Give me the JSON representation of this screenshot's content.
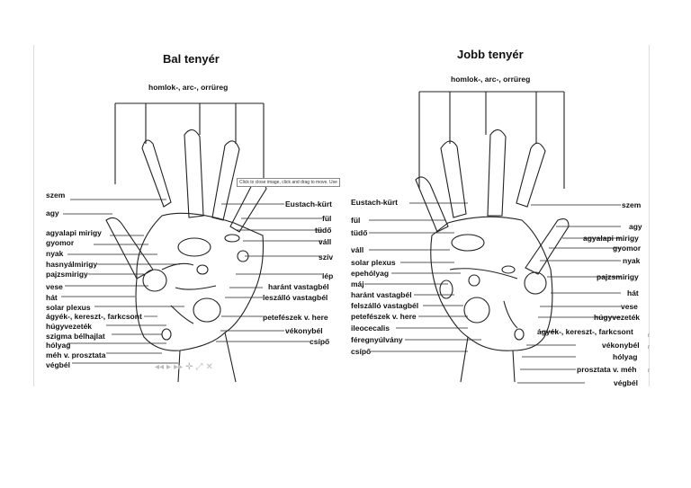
{
  "left": {
    "title": "Bal tenyér",
    "header": "homlok-, arc-, orrüreg",
    "labels_left": [
      "szem",
      "agy",
      "agyalapi mirigy",
      "gyomor",
      "nyak",
      "hasnyálmirigy",
      "pajzsmirigy",
      "vese",
      "hát",
      "solar plexus",
      "ágyék-, kereszt-, farkcsont",
      "húgyvezeték",
      "szigma bélhajlat",
      "hólyag",
      "méh v. prosztata",
      "végbél"
    ],
    "labels_right": [
      "Eustach-kürt",
      "fül",
      "tüdő",
      "váll",
      "szív",
      "lép",
      "haránt vastagbél",
      "leszálló vastagbél",
      "petefészek v. here",
      "vékonybél",
      "csípő"
    ]
  },
  "right": {
    "title": "Jobb tenyér",
    "header": "homlok-, arc-, orrüreg",
    "labels_left": [
      "Eustach-kürt",
      "fül",
      "tüdő",
      "váll",
      "solar plexus",
      "epehólyag",
      "máj",
      "haránt vastagbél",
      "felszálló vastagbél",
      "petefészek v. here",
      "ileocecalis",
      "féregnyúlvány",
      "csípő"
    ],
    "labels_right": [
      "szem",
      "agy",
      "agyalapi mirigy",
      "gyomor",
      "nyak",
      "pajzsmirigy",
      "hát",
      "húgyvezeték",
      "vese",
      "ágyék-, kereszt-, farkcsont",
      "vékonybél",
      "hólyag",
      "prosztata v. méh",
      "végbél"
    ]
  },
  "tooltip": "Click to close image, click and drag to move. Use",
  "toolbar": [
    "◂◂",
    "▸",
    "▸▸",
    "✛",
    "⤢",
    "✕"
  ],
  "edge_marks": [
    "r",
    "r",
    "r"
  ]
}
